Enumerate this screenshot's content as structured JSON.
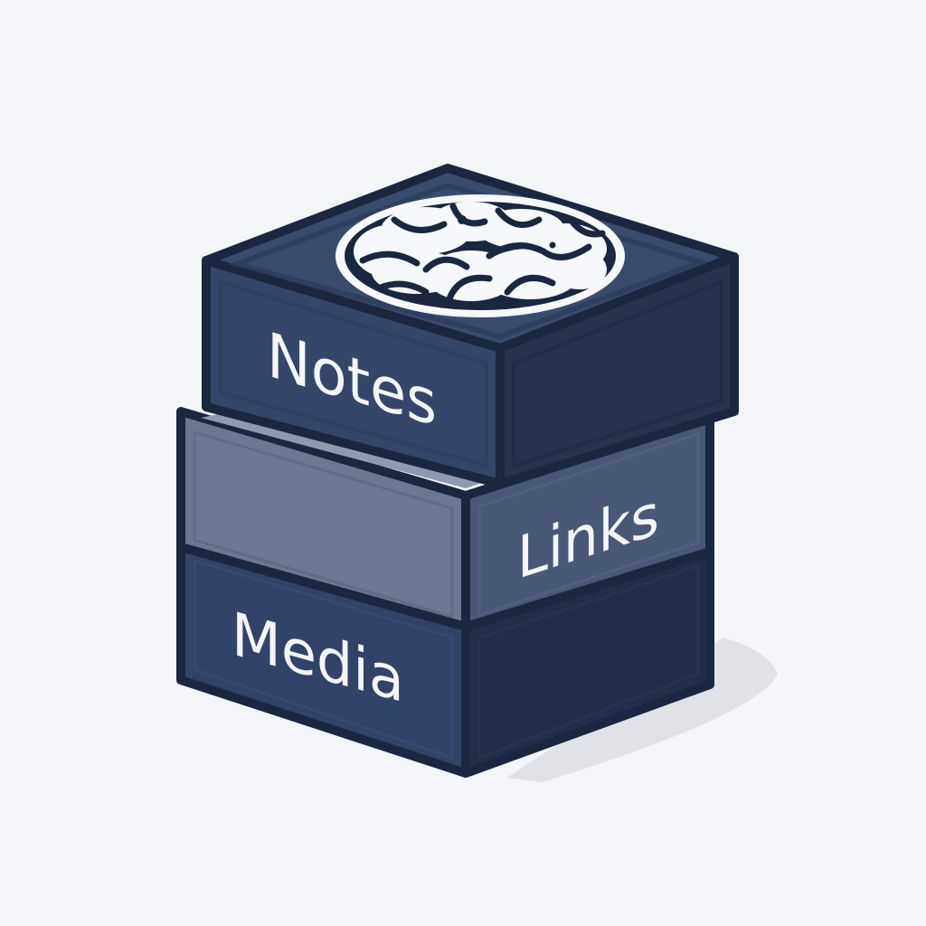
{
  "illustration": {
    "subject": "stacked storage boxes with brain icon",
    "boxes": [
      {
        "label": "Notes",
        "position": "top"
      },
      {
        "label": "Links",
        "position": "middle"
      },
      {
        "label": "Media",
        "position": "bottom"
      }
    ],
    "top_icon": "brain-icon"
  },
  "colors": {
    "background": "#f4f5f9",
    "outline": "#1b2740",
    "top_face": "#3a4c6e",
    "notes_front": "#34466a",
    "notes_right": "#26344f",
    "links_front": "#6b7894",
    "links_right": "#4a5878",
    "links_top_strip": "#8e9ab3",
    "media_front": "#32436a",
    "media_right": "#222e4a",
    "label_text": "#f4f6fb",
    "brain_fill": "#f7f8fb",
    "shadow": "#dcdee5"
  }
}
